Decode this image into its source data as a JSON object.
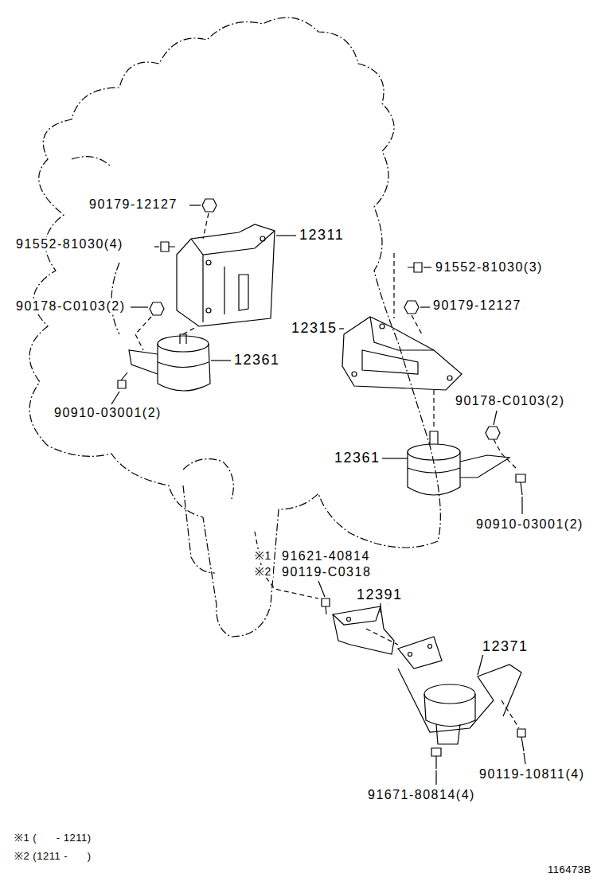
{
  "diagram": {
    "labels": [
      "90179-12127",
      "91552-81030(4)",
      "12311",
      "90178-C0103(2)",
      "12361",
      "90910-03001(2)",
      "91552-81030(3)",
      "90179-12127",
      "12315",
      "90178-C0103(2)",
      "12361",
      "90910-03001(2)",
      "※1",
      "91621-40814",
      "※2",
      "90119-C0318",
      "12391",
      "12371",
      "90119-10811(4)",
      "91671-80814(4)",
      "※1 (      - 1211)",
      "※2 (1211 -      )",
      "116473B"
    ]
  }
}
